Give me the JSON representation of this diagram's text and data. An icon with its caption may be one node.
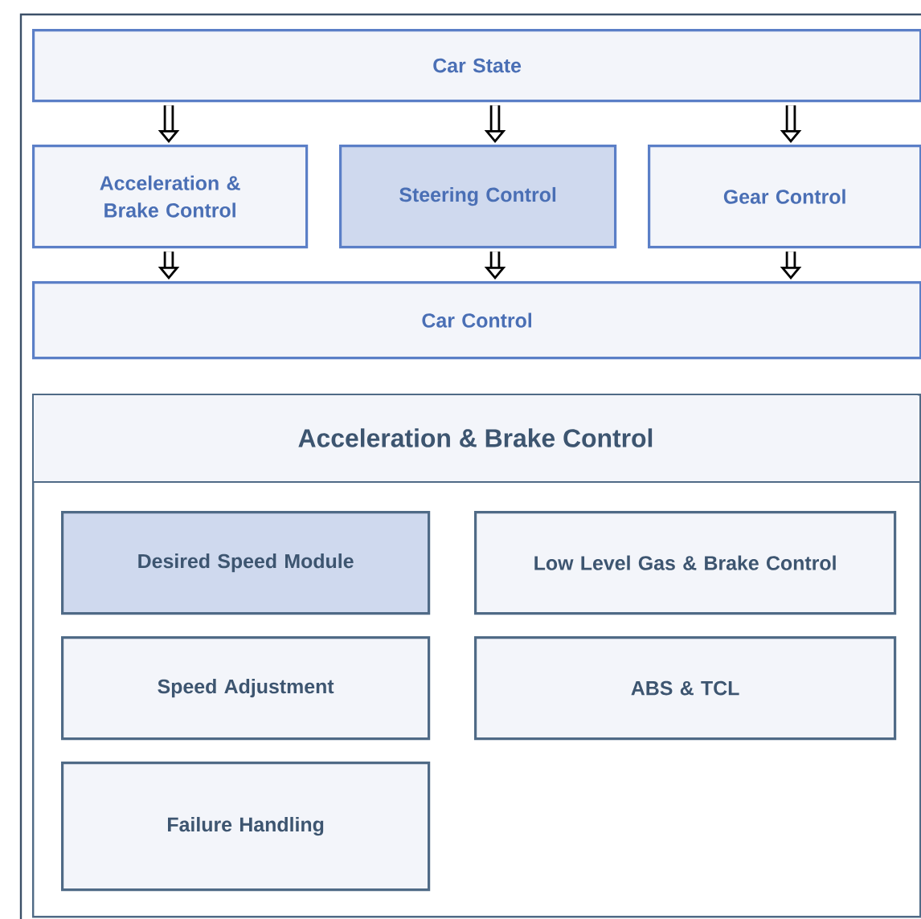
{
  "diagram": {
    "nodes": [
      {
        "text": [
          "Car State"
        ]
      },
      {
        "text": [
          "Acceleration & Brake Control"
        ]
      },
      {
        "text": [
          "Steering Control"
        ]
      },
      {
        "text": [
          "Gear Control"
        ]
      },
      {
        "text": [
          "Car Control"
        ]
      },
      {
        "text": [
          "Acceleration & Brake Control"
        ]
      },
      {
        "text": [
          "Desired Speed Module"
        ],
        "in": 5
      },
      {
        "text": [
          "Low Level Gas & Brake Control"
        ],
        "in": 5
      },
      {
        "text": [
          "Speed Adjustment"
        ],
        "in": 5
      },
      {
        "text": [
          "ABS & TCL"
        ],
        "in": 5
      },
      {
        "text": [
          "Failure Handling"
        ],
        "in": 5
      }
    ],
    "edges": [
      {
        "from": 0,
        "to": 1,
        "arrow": "to"
      },
      {
        "from": 0,
        "to": 2,
        "arrow": "to"
      },
      {
        "from": 0,
        "to": 3,
        "arrow": "to"
      },
      {
        "from": 1,
        "to": 4,
        "arrow": "to"
      },
      {
        "from": 2,
        "to": 4,
        "arrow": "to"
      },
      {
        "from": 3,
        "to": 4,
        "arrow": "to"
      }
    ]
  }
}
